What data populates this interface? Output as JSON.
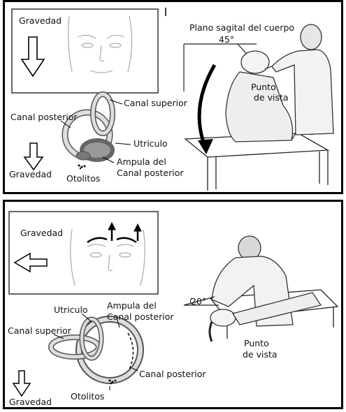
{
  "panel_top": {
    "gravity_label": "Gravedad",
    "sagittal_plane": "Plano sagital del cuerpo",
    "angle": "45°",
    "viewpoint_line1": "Punto",
    "viewpoint_line2": "de vista",
    "canal_superior": "Canal superior",
    "canal_posterior": "Canal posterior",
    "utriculo": "Utriculo",
    "ampula_line1": "Ampula del",
    "ampula_line2": "Canal posterior",
    "gravity_label_2": "Gravedad",
    "otolitos": "Otolitos"
  },
  "panel_bottom": {
    "gravity_label": "Gravedad",
    "angle": "20°",
    "viewpoint_line1": "Punto",
    "viewpoint_line2": "de vista",
    "utriculo": "Utriculo",
    "ampula_line1": "Ampula del",
    "ampula_line2": "Canal posterior",
    "canal_superior": "Canal superior",
    "canal_posterior": "Canal posterior",
    "gravity_label_2": "Gravedad",
    "otolitos": "Otolitos"
  }
}
